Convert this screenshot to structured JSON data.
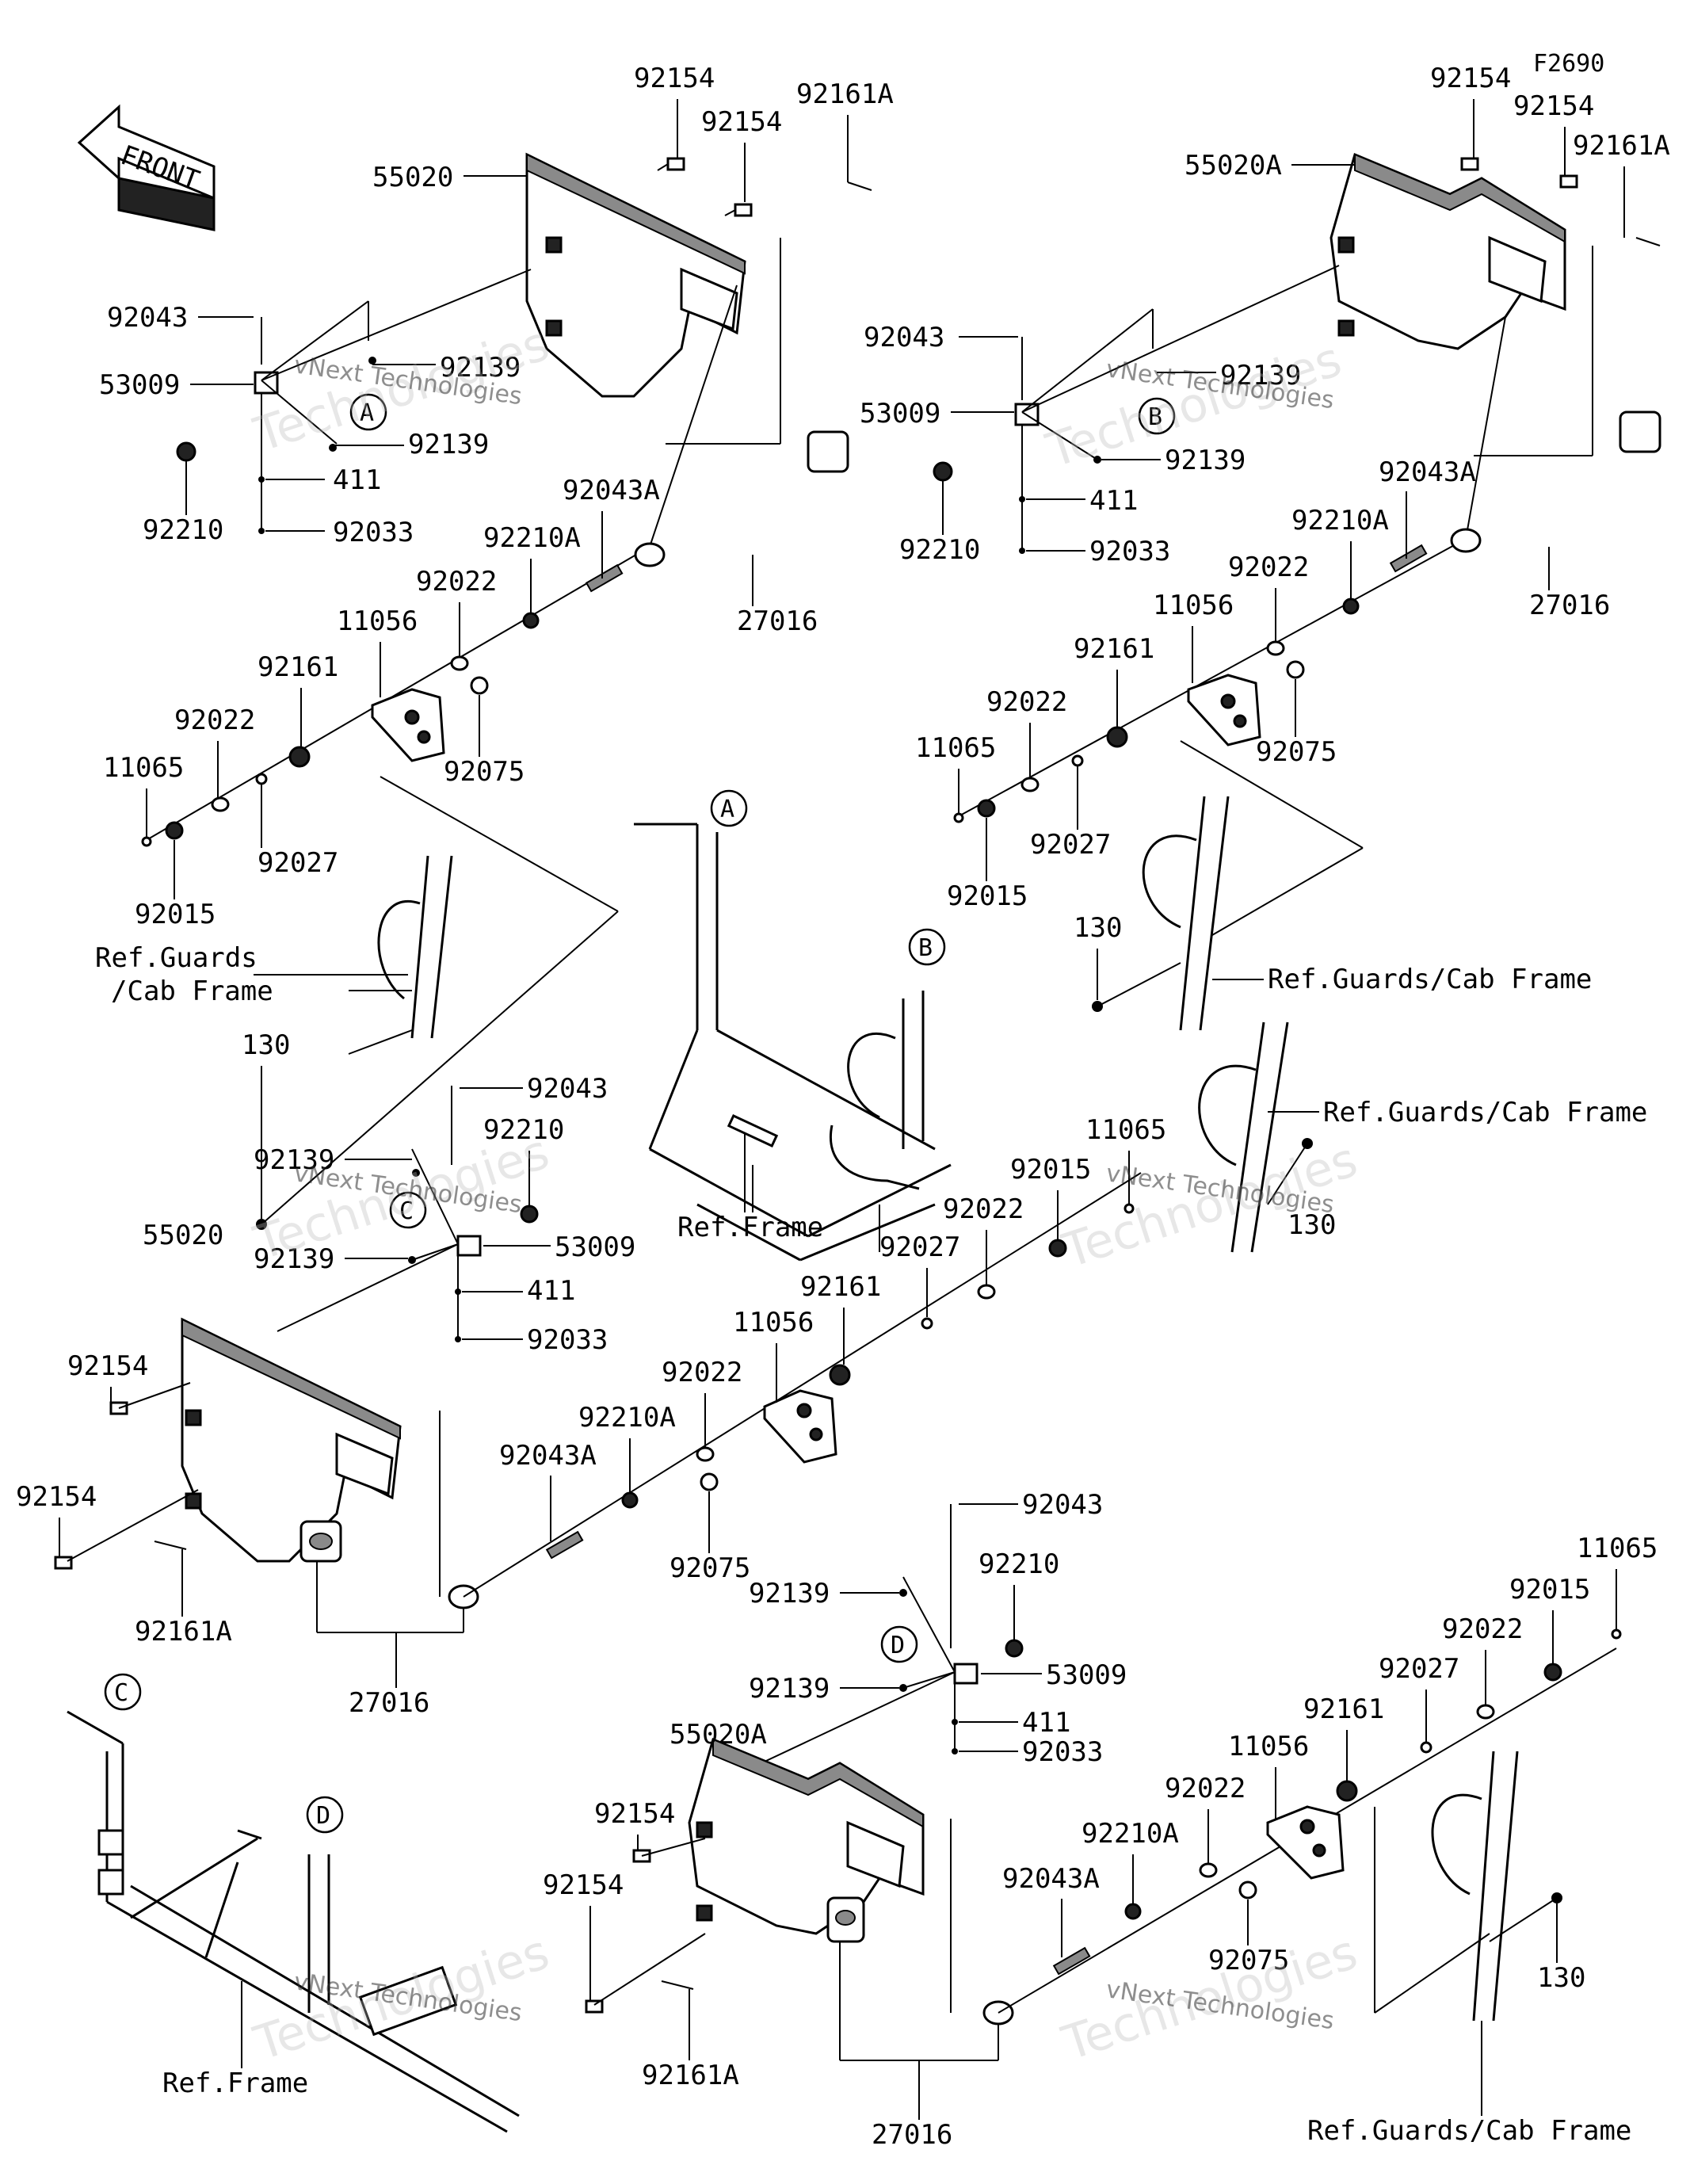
{
  "figure_code": "F2690",
  "front_arrow_label": "FRONT",
  "watermark": {
    "line1": "vNext Technologies",
    "line2": "Technologies"
  },
  "callout_letters": [
    "A",
    "B",
    "C",
    "D"
  ],
  "references": {
    "guards": "Ref.Guards/Cab Frame",
    "guards_line1": "Ref.Guards",
    "guards_line2": "/Cab Frame",
    "frame": "Ref.Frame"
  },
  "labels": {
    "q1": {
      "p92154a": "92154",
      "p92154b": "92154",
      "p92161A": "92161A",
      "p55020": "55020",
      "p92043": "92043",
      "p53009": "53009",
      "p92139a": "92139",
      "p92139b": "92139",
      "p92210": "92210",
      "p411": "411",
      "p92033": "92033",
      "p92043A": "92043A",
      "p92210A": "92210A",
      "p92022a": "92022",
      "p11056": "11056",
      "p92161": "92161",
      "p92022b": "92022",
      "p11065": "11065",
      "p92075": "92075",
      "p92027": "92027",
      "p92015": "92015",
      "p27016": "27016",
      "p130": "130"
    },
    "q2": {
      "p92154a": "92154",
      "p92154b": "92154",
      "p92161A": "92161A",
      "p55020A": "55020A",
      "p92043": "92043",
      "p53009": "53009",
      "p92139a": "92139",
      "p92139b": "92139",
      "p92210": "92210",
      "p411": "411",
      "p92033": "92033",
      "p92043A": "92043A",
      "p92210A": "92210A",
      "p92022a": "92022",
      "p11056": "11056",
      "p92161": "92161",
      "p92022b": "92022",
      "p11065": "11065",
      "p92075": "92075",
      "p92027": "92027",
      "p92015": "92015",
      "p27016": "27016",
      "p130": "130"
    },
    "q3": {
      "p92043": "92043",
      "p92210": "92210",
      "p92139a": "92139",
      "p53009": "53009",
      "p92139b": "92139",
      "p411": "411",
      "p92033": "92033",
      "p55020": "55020",
      "p92154a": "92154",
      "p92154b": "92154",
      "p92161A": "92161A",
      "p27016": "27016",
      "p92043A": "92043A",
      "p92210A": "92210A",
      "p92022a": "92022",
      "p92075": "92075",
      "p11056": "11056",
      "p92161": "92161",
      "p92027": "92027",
      "p92022b": "92022",
      "p92015": "92015",
      "p11065": "11065",
      "p130": "130"
    },
    "q4": {
      "p92043": "92043",
      "p92210": "92210",
      "p92139a": "92139",
      "p53009": "53009",
      "p92139b": "92139",
      "p411": "411",
      "p92033": "92033",
      "p55020A": "55020A",
      "p92154a": "92154",
      "p92154b": "92154",
      "p92161A": "92161A",
      "p27016": "27016",
      "p92043A": "92043A",
      "p92210A": "92210A",
      "p92022a": "92022",
      "p92075": "92075",
      "p11056": "11056",
      "p92161": "92161",
      "p92027": "92027",
      "p92022b": "92022",
      "p92015": "92015",
      "p11065": "11065",
      "p130": "130"
    }
  }
}
